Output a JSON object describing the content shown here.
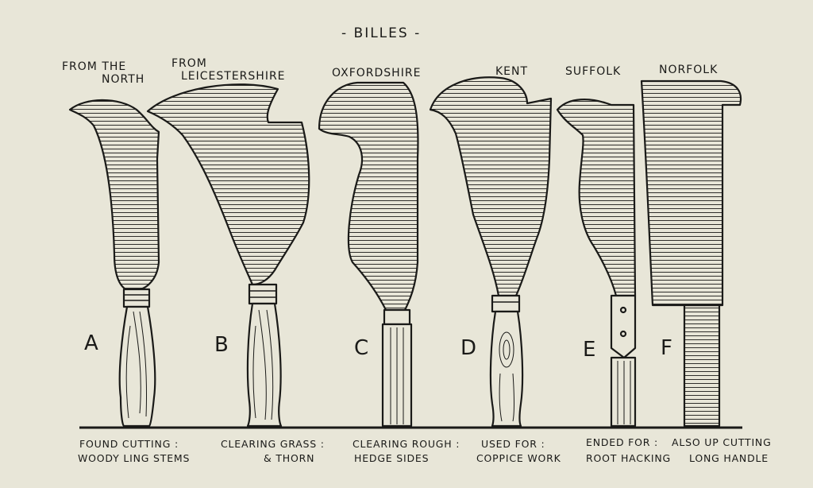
{
  "title": "- BILLES -",
  "colors": {
    "paper": "#e8e6d8",
    "ink": "#1a1a18"
  },
  "tools": [
    {
      "letter": "A",
      "origin_lines": [
        "FROM THE",
        "NORTH"
      ]
    },
    {
      "letter": "B",
      "origin_lines": [
        "FROM",
        "LEICESTERSHIRE"
      ]
    },
    {
      "letter": "C",
      "origin_lines": [
        "OXFORDSHIRE"
      ]
    },
    {
      "letter": "D",
      "origin_lines": [
        "KENT"
      ]
    },
    {
      "letter": "E",
      "origin_lines": [
        "SUFFOLK"
      ]
    },
    {
      "letter": "F",
      "origin_lines": [
        "NORFOLK"
      ]
    }
  ],
  "captions": [
    {
      "line1": "FOUND CUTTING :",
      "line2": "WOODY LING STEMS"
    },
    {
      "line1": "CLEARING GRASS :",
      "line2": "& THORN"
    },
    {
      "line1": "CLEARING ROUGH :",
      "line2": "HEDGE SIDES"
    },
    {
      "line1": "USED FOR :",
      "line2": "COPPICE WORK"
    },
    {
      "line1": "ENDED FOR :",
      "line2": "ROOT HACKING"
    },
    {
      "line1": "ALSO UP CUTTING",
      "line2": "LONG HANDLE"
    }
  ]
}
